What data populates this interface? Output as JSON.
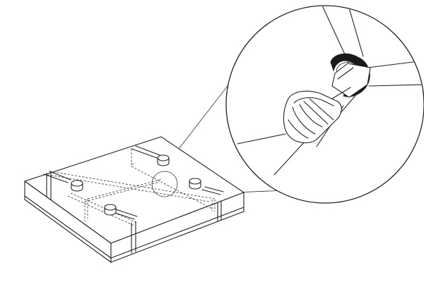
{
  "figure": {
    "background": "#ffffff",
    "line_color": "#222222",
    "grommet_color": "#1a1a1a",
    "objects": [
      "mattress-with-strapping",
      "detail-magnifier",
      "strap-buckle-detail"
    ]
  }
}
